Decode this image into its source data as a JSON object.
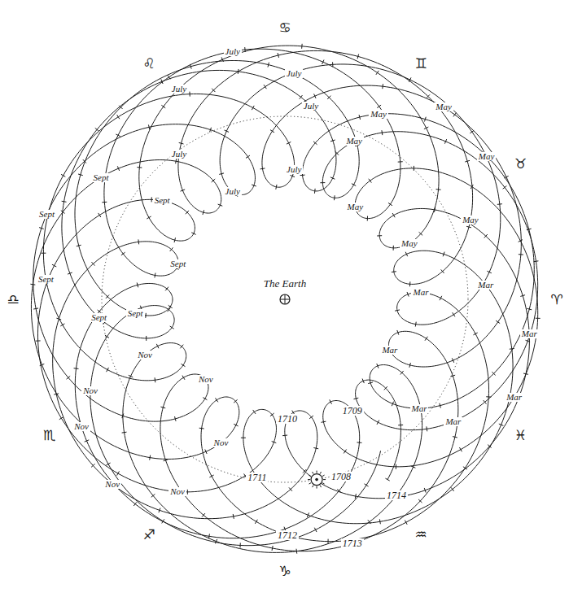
{
  "diagram": {
    "labels": [
      "The Earth",
      "1708",
      "♋",
      "♊",
      "♉",
      "♈",
      "♓",
      "♒",
      "♑",
      "♐",
      "♏",
      "♎",
      "♌",
      "1709",
      "1710",
      "1711",
      "1712",
      "1713",
      "1714",
      "Mar",
      "May",
      "July",
      "Sept",
      "Nov",
      "Mar",
      "May",
      "July",
      "Sept",
      "Nov",
      "Mar",
      "May",
      "July",
      "Sept",
      "Nov",
      "Mar",
      "May",
      "July",
      "Sept",
      "Nov",
      "Mar",
      "May",
      "July",
      "Sept",
      "Nov",
      "Mar",
      "May",
      "July",
      "Sept",
      "Nov",
      "Mar",
      "May",
      "July",
      "Sept",
      "Nov"
    ]
  }
}
